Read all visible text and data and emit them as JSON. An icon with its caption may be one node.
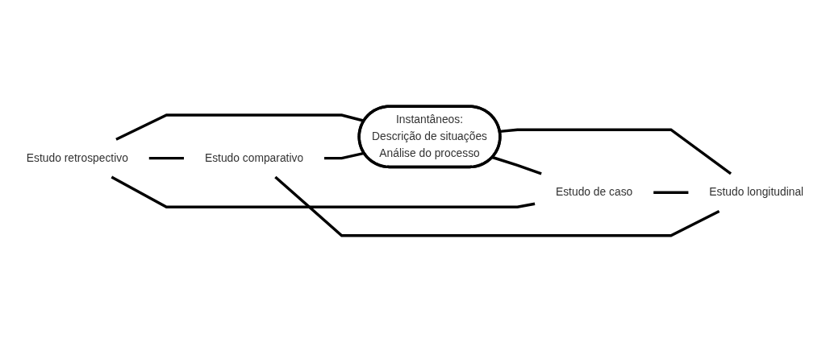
{
  "diagram": {
    "nodes": [
      {
        "text": [
          "Estudo de caso"
        ]
      },
      {
        "text": [
          "Estudo retrospectivo"
        ]
      },
      {
        "text": [
          "Instantâneos:",
          "Descrição de situações",
          "Análise do processo"
        ]
      },
      {
        "text": [
          "Estudo longitudinal"
        ]
      },
      {
        "text": [
          "Estudo comparativo"
        ]
      }
    ],
    "edges": [
      {
        "from": 1,
        "to": 2,
        "arrow": "none"
      },
      {
        "from": 2,
        "to": 3,
        "arrow": "none"
      },
      {
        "from": 2,
        "to": 0,
        "arrow": "none"
      },
      {
        "from": 4,
        "to": 2,
        "arrow": "none"
      },
      {
        "from": 1,
        "to": 0,
        "arrow": "none"
      },
      {
        "from": 0,
        "to": 3,
        "arrow": "none"
      },
      {
        "from": 1,
        "to": 4,
        "arrow": "none"
      },
      {
        "from": 4,
        "to": 3,
        "arrow": "none"
      }
    ]
  }
}
